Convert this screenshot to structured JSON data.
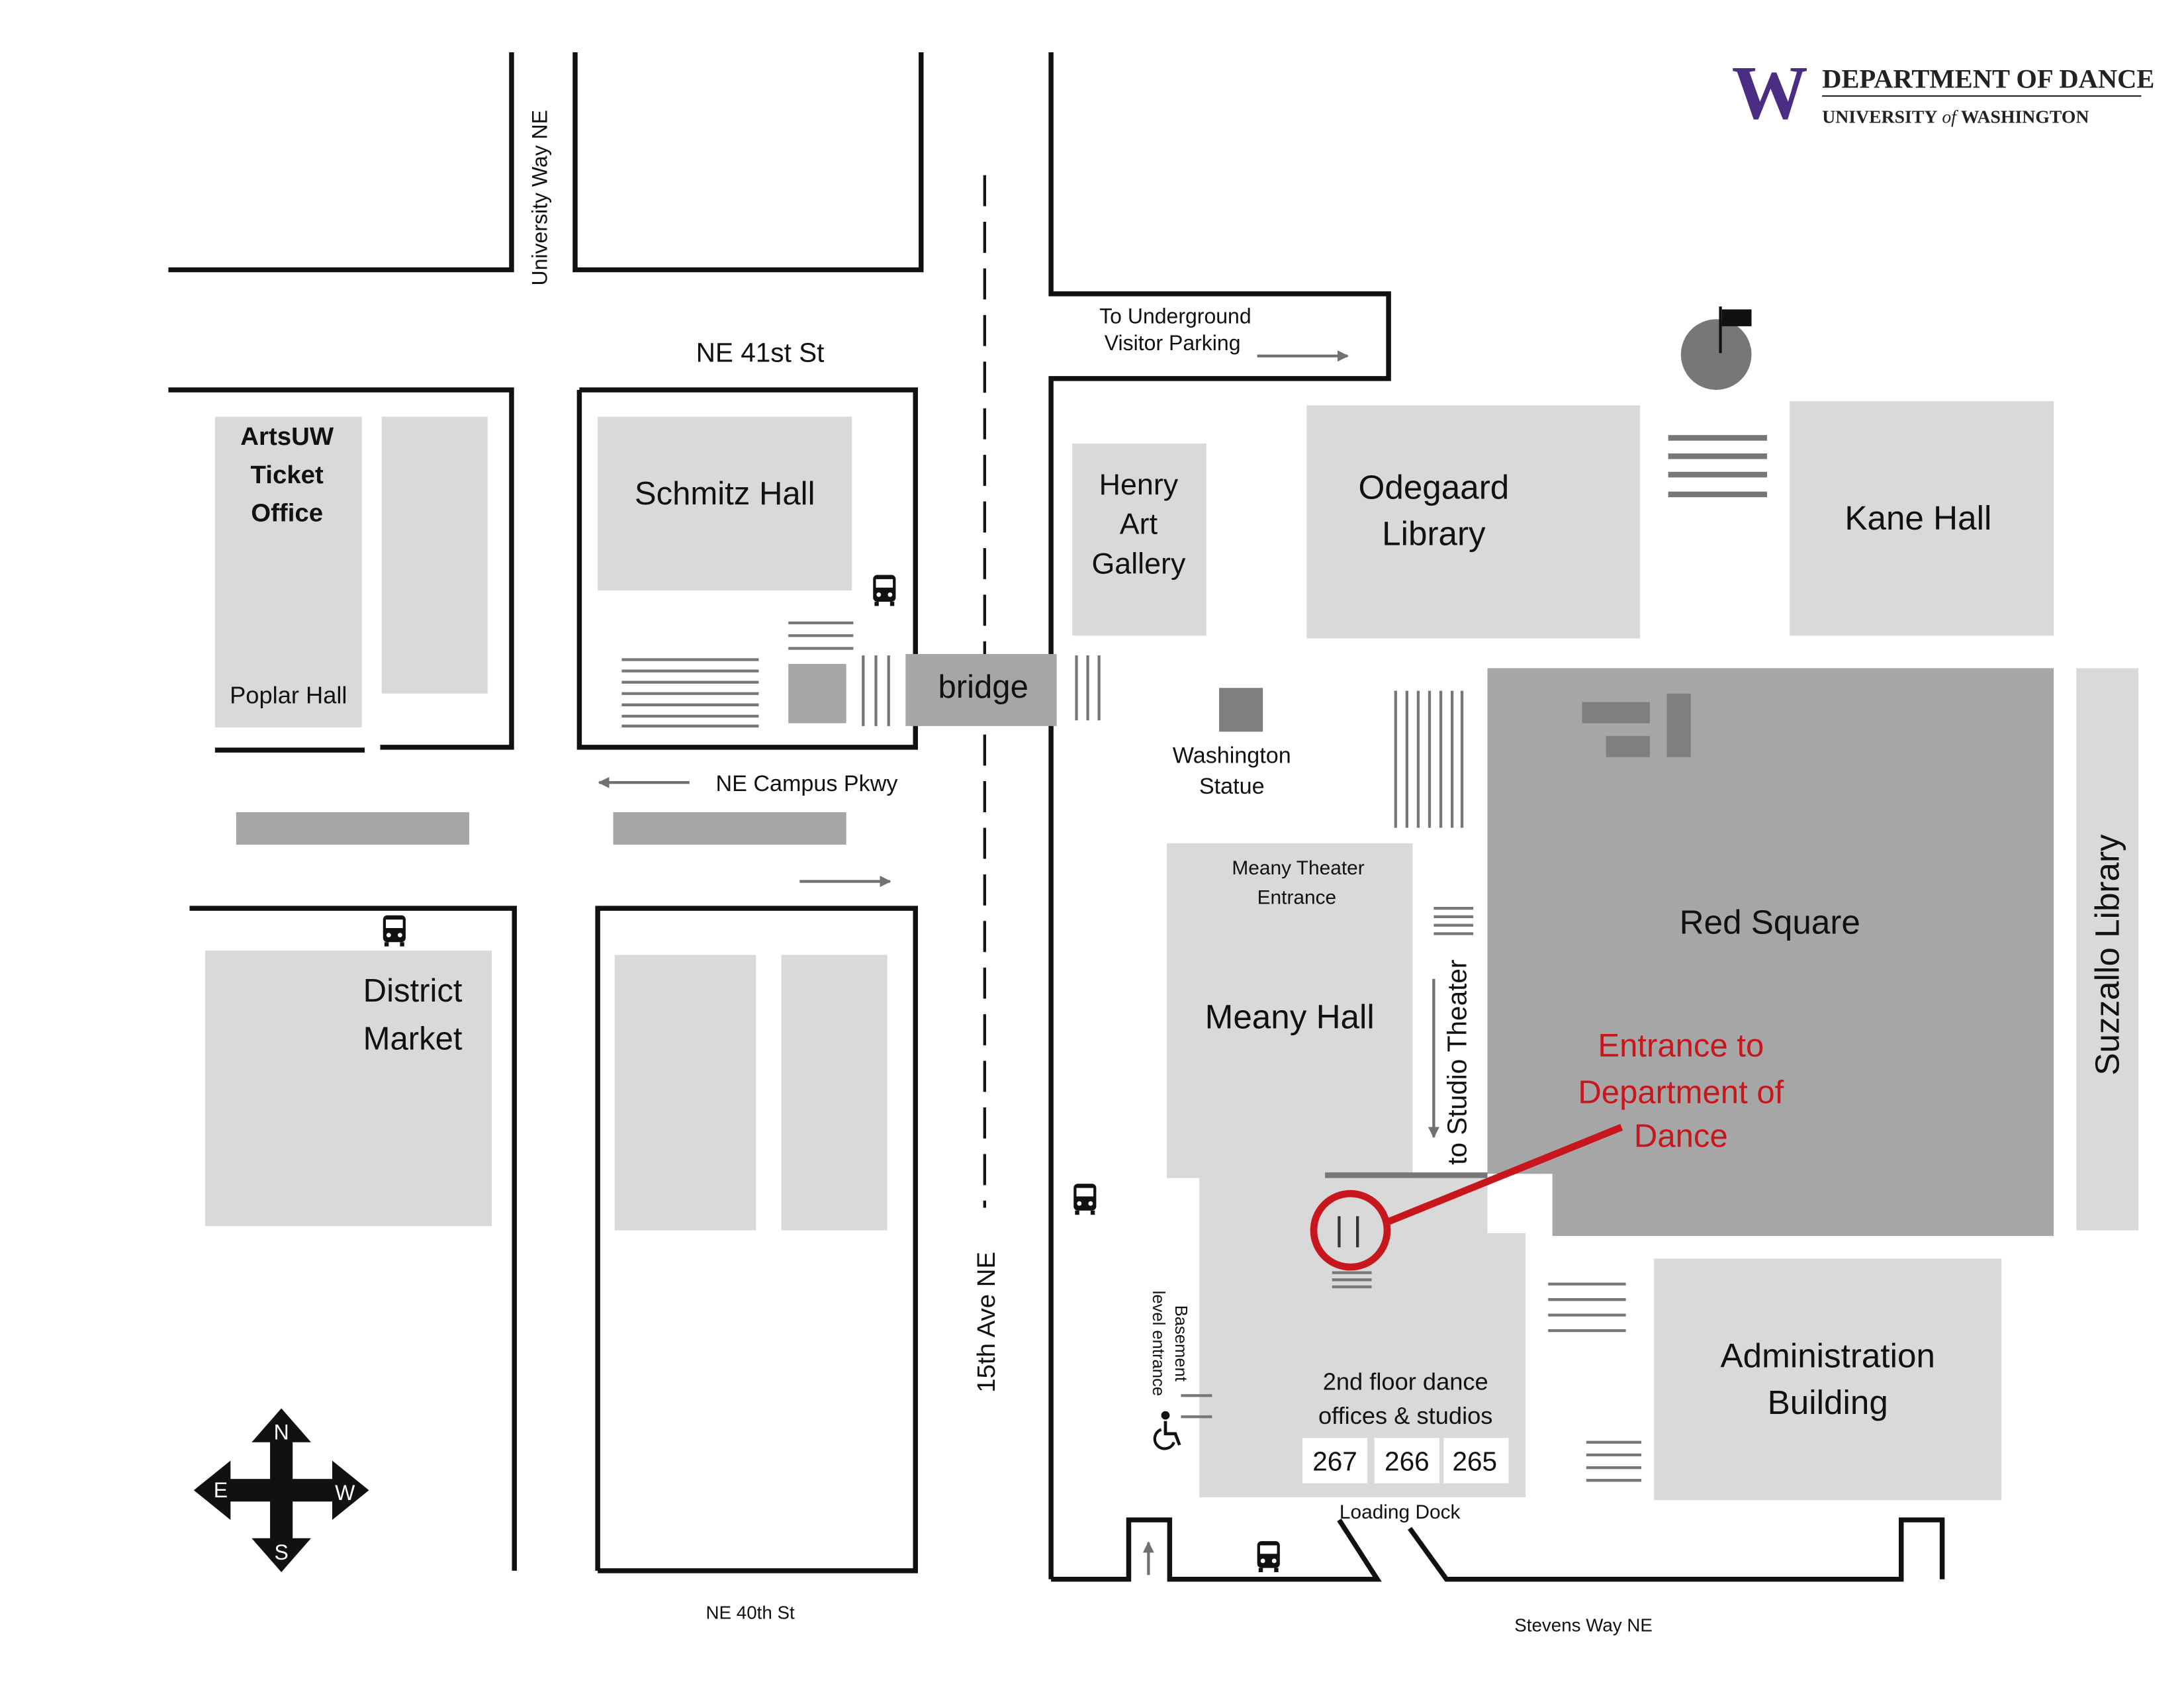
{
  "logo": {
    "mark": "W",
    "line1": "DEPARTMENT OF DANCE",
    "line2_a": "UNIVERSITY",
    "line2_of": "of",
    "line2_b": "WASHINGTON"
  },
  "streets": {
    "university_way": "University Way NE",
    "ne_41st": "NE 41st St",
    "campus_pkwy": "NE Campus Pkwy",
    "ave_15th": "15th Ave NE",
    "ne_40th": "NE 40th St",
    "stevens_way": "Stevens Way NE"
  },
  "parking": {
    "line1": "To Underground",
    "line2": "Visitor Parking"
  },
  "buildings": {
    "ticket_office": [
      "ArtsUW",
      "Ticket",
      "Office"
    ],
    "poplar_hall": "Poplar Hall",
    "schmitz_hall": "Schmitz Hall",
    "bridge": "bridge",
    "district_market": [
      "District",
      "Market"
    ],
    "henry_gallery": [
      "Henry",
      "Art",
      "Gallery"
    ],
    "odegaard": [
      "Odegaard",
      "Library"
    ],
    "kane_hall": "Kane Hall",
    "washington_statue": [
      "Washington",
      "Statue"
    ],
    "meany_entrance": [
      "Meany Theater",
      "Entrance"
    ],
    "meany_hall": "Meany Hall",
    "studio_theater": "to Studio Theater",
    "red_square": "Red Square",
    "suzzallo": "Suzzallo Library",
    "administration": [
      "Administration",
      "Building"
    ],
    "dance_studios": [
      "2nd floor dance",
      "offices & studios"
    ],
    "rooms": [
      "267",
      "266",
      "265"
    ],
    "loading_dock": "Loading Dock",
    "basement": [
      "Basement",
      "level entrance"
    ]
  },
  "callout": {
    "text": [
      "Entrance to",
      "Department of",
      "Dance"
    ],
    "color": "#c8161d"
  },
  "compass": {
    "n": "N",
    "s": "S",
    "e": "E",
    "w": "W"
  },
  "colors": {
    "building_light": "#d9d9d9",
    "building_mid": "#a6a6a6",
    "building_dark": "#7f7f7f",
    "brand_purple": "#4b2e83"
  },
  "icons": [
    "bus-icon",
    "accessible-icon",
    "flag-icon",
    "compass-icon"
  ]
}
